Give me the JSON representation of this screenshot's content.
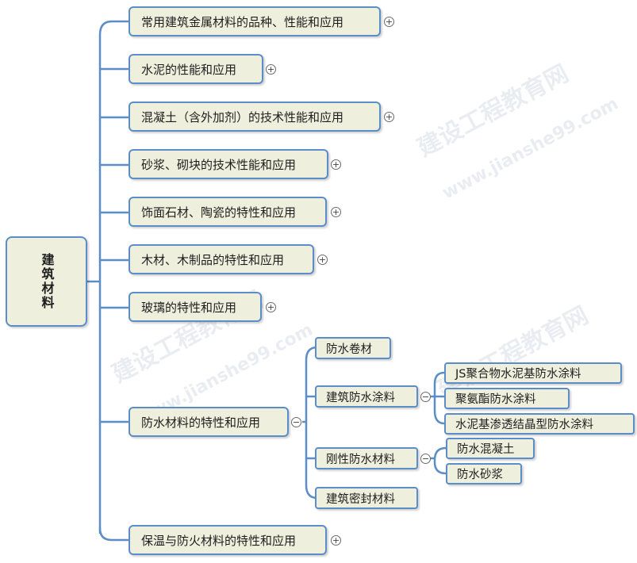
{
  "root": {
    "label": "建筑材料"
  },
  "branches": [
    {
      "label": "常用建筑金属材料的品种、性能和应用",
      "toggle": "+"
    },
    {
      "label": "水泥的性能和应用",
      "toggle": "+"
    },
    {
      "label": "混凝土（含外加剂）的技术性能和应用",
      "toggle": "+"
    },
    {
      "label": "砂浆、砌块的技术性能和应用",
      "toggle": "+"
    },
    {
      "label": "饰面石材、陶瓷的特性和应用",
      "toggle": "+"
    },
    {
      "label": "木材、木制品的特性和应用",
      "toggle": "+"
    },
    {
      "label": "玻璃的特性和应用",
      "toggle": "+"
    },
    {
      "label": "防水材料的特性和应用",
      "toggle": "−"
    },
    {
      "label": "保温与防火材料的特性和应用",
      "toggle": "+"
    }
  ],
  "waterproof_children": [
    {
      "label": "防水卷材"
    },
    {
      "label": "建筑防水涂料",
      "toggle": "−"
    },
    {
      "label": "刚性防水材料",
      "toggle": "−"
    },
    {
      "label": "建筑密封材料"
    }
  ],
  "coating_children": [
    {
      "label": "JS聚合物水泥基防水涂料"
    },
    {
      "label": "聚氨酯防水涂料"
    },
    {
      "label": "水泥基渗透结晶型防水涂料"
    }
  ],
  "rigid_children": [
    {
      "label": "防水混凝土"
    },
    {
      "label": "防水砂浆"
    }
  ],
  "watermark": {
    "cn": "建设工程教育网",
    "url": "www.jianshe99.com"
  },
  "colors": {
    "line": "#5b8ec9",
    "fill": "#eef0dd"
  }
}
